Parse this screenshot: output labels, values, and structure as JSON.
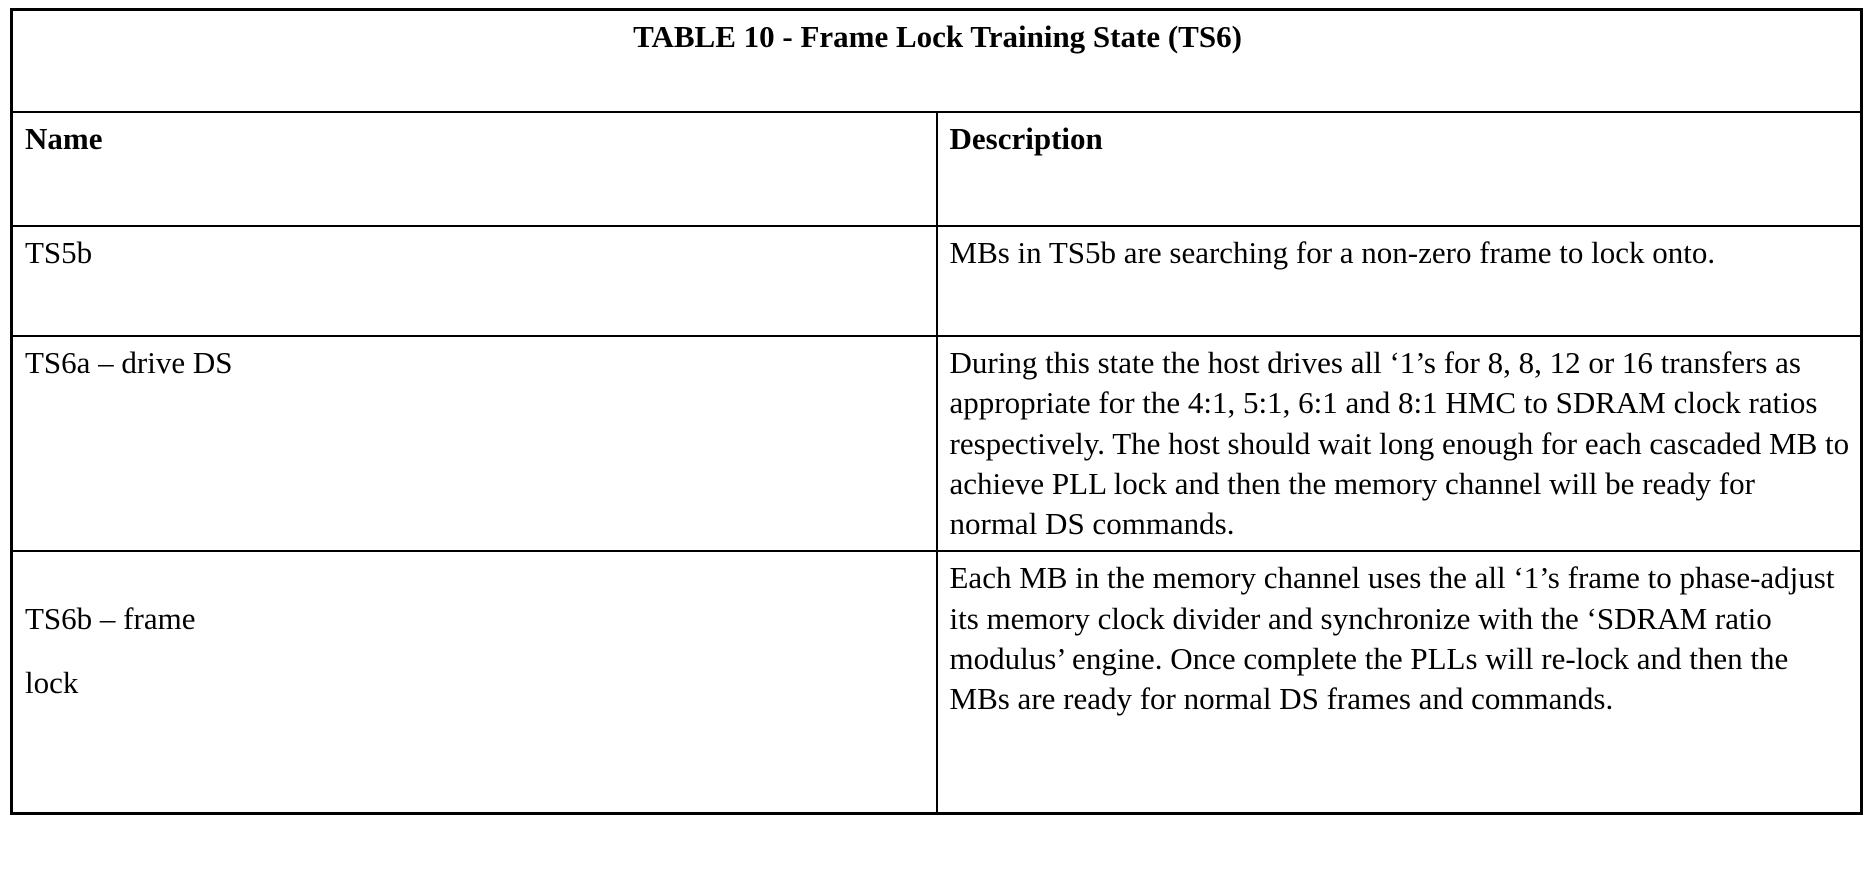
{
  "document": {
    "table": {
      "title": "TABLE 10 - Frame Lock Training State (TS6)",
      "columns": {
        "name": "Name",
        "description": "Description"
      },
      "rows": [
        {
          "name": "TS5b",
          "name_line2": "",
          "description": "MBs in TS5b are searching for a non-zero frame to lock onto."
        },
        {
          "name": "TS6a – drive DS",
          "name_line2": "",
          "description": "During this state the host drives all ‘1’s for 8, 8, 12 or 16 transfers as appropriate for the 4:1, 5:1, 6:1 and 8:1 HMC to SDRAM clock ratios respectively. The host should wait long enough for each cascaded MB to achieve PLL lock and then the memory channel will be ready for normal DS commands."
        },
        {
          "name": "TS6b – frame",
          "name_line2": "lock",
          "description": "Each MB in the memory channel uses the all ‘1’s frame to phase-adjust its memory clock divider and synchronize with the ‘SDRAM ratio modulus’ engine. Once complete the PLLs will re-lock and then the MBs are ready for normal DS frames and commands."
        }
      ]
    },
    "colors": {
      "border": "#000000",
      "text": "#000000",
      "background": "#ffffff"
    }
  }
}
